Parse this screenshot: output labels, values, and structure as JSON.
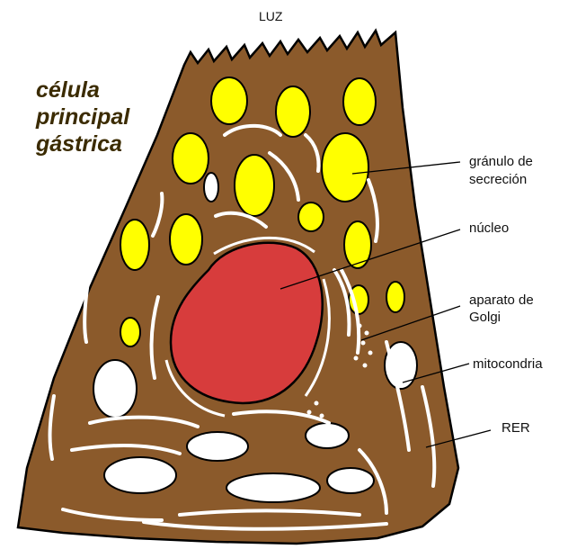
{
  "top_label": "LUZ",
  "title": [
    "célula",
    "principal",
    "gástrica"
  ],
  "labels": {
    "granulo": [
      "gránulo de",
      "secreción"
    ],
    "nucleo": "núcleo",
    "golgi": [
      "aparato de",
      "Golgi"
    ],
    "mitocondria": "mitocondria",
    "rer": "RER"
  },
  "colors": {
    "cytoplasm": "#8b5a2b",
    "granule": "#ffff00",
    "nucleus": "#d73c3c",
    "outline": "#000000",
    "title": "#3b2b00"
  }
}
